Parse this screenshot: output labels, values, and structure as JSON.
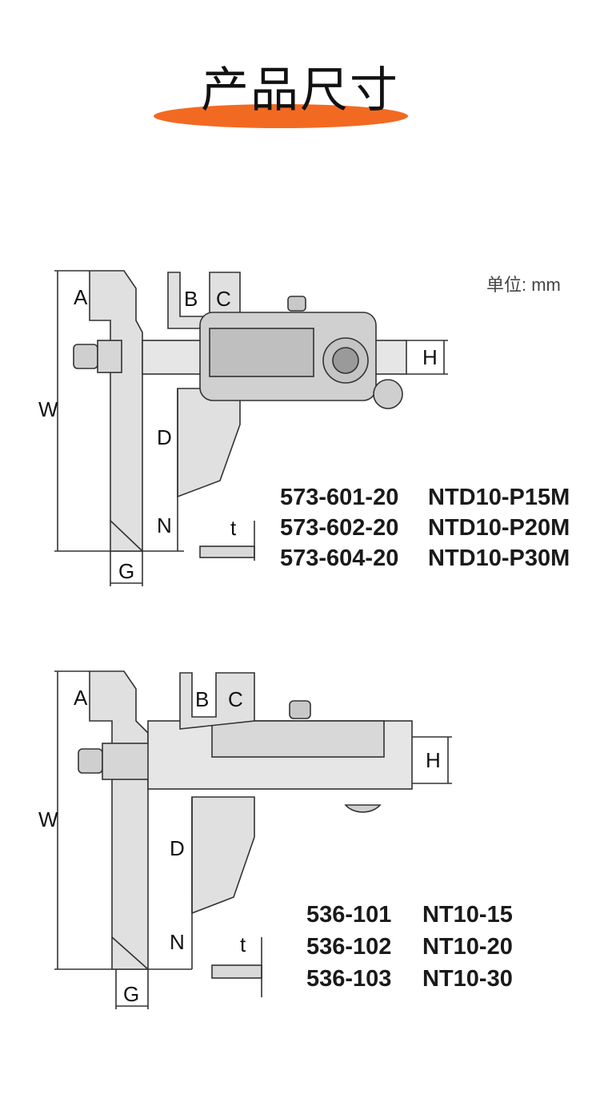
{
  "title": "产品尺寸",
  "unit_label": "单位: mm",
  "diagram1": {
    "dimension_labels": {
      "A": "A",
      "B": "B",
      "C": "C",
      "H": "H",
      "W": "W",
      "D": "D",
      "N": "N",
      "G": "G",
      "t": "t"
    },
    "models": [
      {
        "code": "573-601-20",
        "name": "NTD10-P15M"
      },
      {
        "code": "573-602-20",
        "name": "NTD10-P20M"
      },
      {
        "code": "573-604-20",
        "name": "NTD10-P30M"
      }
    ]
  },
  "diagram2": {
    "dimension_labels": {
      "A": "A",
      "B": "B",
      "C": "C",
      "H": "H",
      "W": "W",
      "D": "D",
      "N": "N",
      "G": "G",
      "t": "t"
    },
    "models": [
      {
        "code": "536-101",
        "name": "NT10-15"
      },
      {
        "code": "536-102",
        "name": "NT10-20"
      },
      {
        "code": "536-103",
        "name": "NT10-30"
      }
    ]
  },
  "colors": {
    "accent": "#f26a21",
    "body_gray": "#d9d9d9",
    "line": "#333333"
  }
}
